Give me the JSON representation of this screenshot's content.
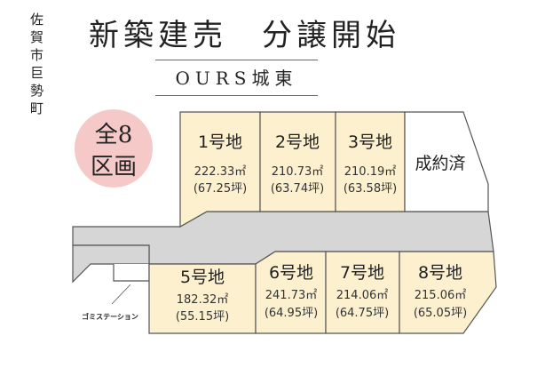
{
  "location": "佐賀市巨勢町",
  "title": "新築建売　分譲開始",
  "subtitle": "OURS城東",
  "badge": {
    "line1": "全8",
    "line2": "区画",
    "color": "#f6c9c9"
  },
  "lots": [
    {
      "label": "1号地",
      "area": "222.33㎡",
      "tsubo": "(67.25坪)"
    },
    {
      "label": "2号地",
      "area": "210.73㎡",
      "tsubo": "(63.74坪)"
    },
    {
      "label": "3号地",
      "area": "210.19㎡",
      "tsubo": "(63.58坪)"
    },
    {
      "label": "成約済"
    },
    {
      "label": "5号地",
      "area": "182.32㎡",
      "tsubo": "(55.15坪)"
    },
    {
      "label": "6号地",
      "area": "241.73㎡",
      "tsubo": "(64.95坪)"
    },
    {
      "label": "7号地",
      "area": "214.06㎡",
      "tsubo": "(64.75坪)"
    },
    {
      "label": "8号地",
      "area": "215.06㎡",
      "tsubo": "(65.05坪)"
    }
  ],
  "garbage_station": "ゴミステーション",
  "colors": {
    "lot": "#fdf0cf",
    "road": "#d6d6d6"
  }
}
